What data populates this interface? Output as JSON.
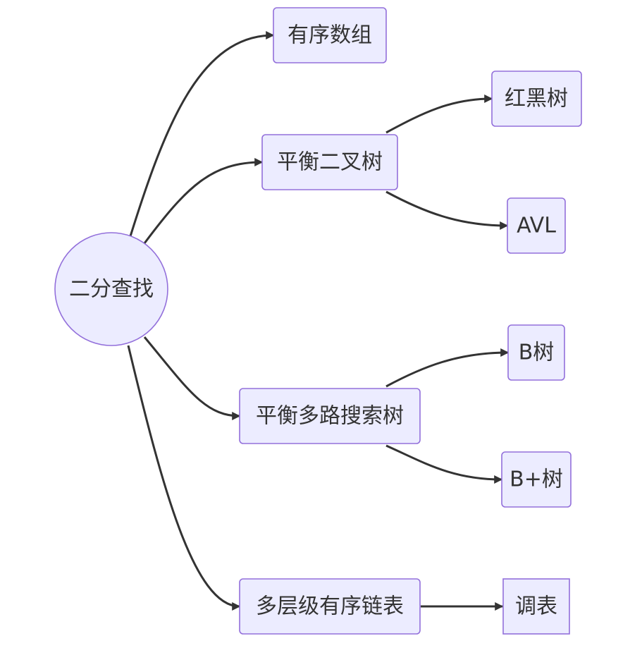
{
  "diagram": {
    "type": "mindmap-flowchart",
    "colors": {
      "node_fill": "#ECECFF",
      "node_stroke": "#9370DB",
      "edge": "#333333",
      "text": "#333333"
    },
    "nodes": {
      "root": "二分查找",
      "sorted_array": "有序数组",
      "balanced_bst": "平衡二叉树",
      "red_black": "红黑树",
      "avl": "AVL",
      "balanced_multiway": "平衡多路搜索树",
      "b_tree": "B树",
      "b_plus_tree": "B+树",
      "skip_list": "多层级有序链表",
      "skip_list_alias": "调表"
    },
    "edges": [
      {
        "from": "root",
        "to": "sorted_array"
      },
      {
        "from": "root",
        "to": "balanced_bst"
      },
      {
        "from": "balanced_bst",
        "to": "red_black"
      },
      {
        "from": "balanced_bst",
        "to": "avl"
      },
      {
        "from": "root",
        "to": "balanced_multiway"
      },
      {
        "from": "balanced_multiway",
        "to": "b_tree"
      },
      {
        "from": "balanced_multiway",
        "to": "b_plus_tree"
      },
      {
        "from": "root",
        "to": "skip_list"
      },
      {
        "from": "skip_list",
        "to": "skip_list_alias"
      }
    ]
  }
}
